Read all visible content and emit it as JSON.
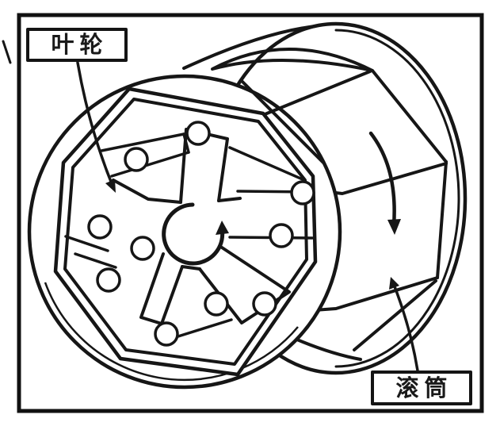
{
  "diagram": {
    "description": "Line drawing of a rotating drum with an internal impeller and loose balls",
    "labels": {
      "impeller": {
        "text": "叶轮"
      },
      "drum": {
        "text": "滚筒"
      }
    },
    "annotations": {
      "impeller_rotation_arrow": "circular arrow at impeller hub indicating rotation",
      "drum_rotation_arrow": "curved arrow on drum wall indicating downward rotation",
      "balls_count": 10
    },
    "colors": {
      "ink": "#161616",
      "background": "#ffffff"
    }
  }
}
